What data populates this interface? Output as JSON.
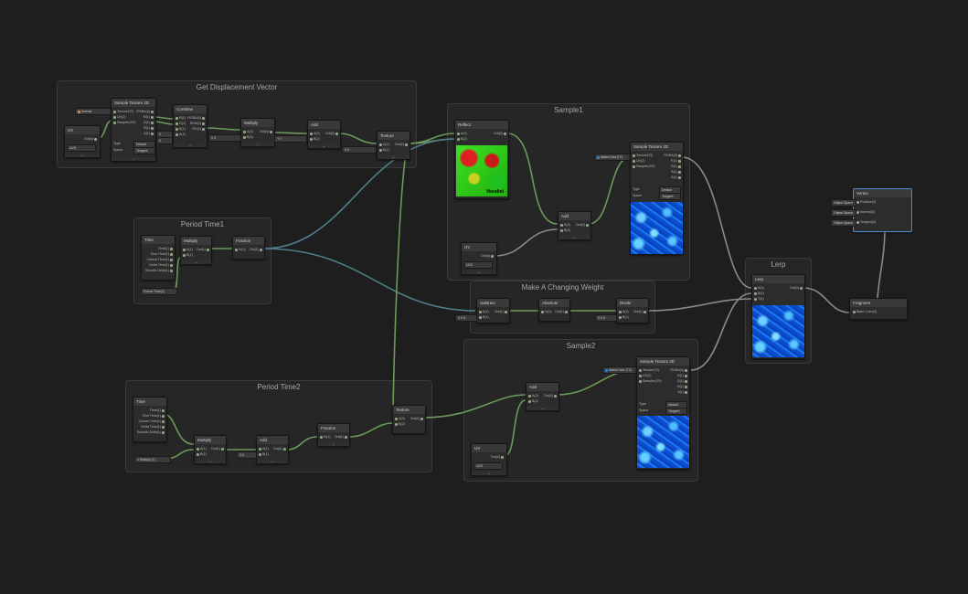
{
  "groups": {
    "displacement": "Get Displacement Vector",
    "period1": "Period Time1",
    "period2": "Period Time2",
    "sample1": "Sample1",
    "weight": "Make A Changing Weight",
    "sample2": "Sample2",
    "lerp": "Lerp"
  },
  "nodes": {
    "uv1": {
      "title": "UV",
      "out": "Out(4)",
      "channel": "UV0"
    },
    "sample_tex_a": {
      "title": "Sample Texture 2D",
      "ports_in": [
        "Texture(T2)",
        "UV(2)",
        "Sampler(SS)"
      ],
      "ports_out": [
        "RGBA(4)",
        "R(1)",
        "G(1)",
        "B(1)",
        "A(1)"
      ],
      "type_label": "Type",
      "type_val": "Default",
      "space_label": "Space",
      "space_val": "Tangent"
    },
    "combine": {
      "title": "Combine",
      "ports_in": [
        "R(1)",
        "G(1)",
        "B(1)",
        "A(1)"
      ],
      "ports_out": [
        "RGBA(4)",
        "RGB(3)",
        "RG(2)"
      ]
    },
    "multiply1": {
      "title": "Multiply",
      "ports_in": [
        "A(4)",
        "B(4)"
      ],
      "out": "Out(4)"
    },
    "add_a": {
      "title": "Add",
      "ports_in": [
        "A(2)",
        "B(2)"
      ],
      "out": "Out(2)"
    },
    "texture_a": {
      "title": "Texture",
      "ports_in": [
        "A(2)",
        "B(2)"
      ],
      "out": "Out(2)"
    },
    "heightmap": {
      "title": "Reflect",
      "ports_in": [
        "A(2)",
        "B(2)"
      ],
      "out": "Out(2)",
      "caption": "Houdini"
    },
    "sample_tex_b": {
      "title": "Sample Texture 2D",
      "ports_in": [
        "Texture(T2)",
        "UV(2)",
        "Sampler(SS)"
      ],
      "ports_out": [
        "RGBA(4)",
        "R(1)",
        "G(1)",
        "B(1)",
        "A(1)"
      ],
      "type_label": "Type",
      "type_val": "Default",
      "space_label": "Space",
      "space_val": "Tangent"
    },
    "add_b": {
      "title": "Add",
      "ports_in": [
        "A(2)",
        "B(2)"
      ],
      "out": "Out(2)"
    },
    "uv2": {
      "title": "UV",
      "out": "Out(4)",
      "channel": "UV0"
    },
    "time1": {
      "title": "Time",
      "ports_out": [
        "Time(1)",
        "Sine Time(1)",
        "Cosine Time(1)",
        "Delta Time(1)",
        "Smooth Delta(1)"
      ]
    },
    "multiply2": {
      "title": "Multiply",
      "ports_in": [
        "A(1)",
        "B(1)"
      ],
      "out": "Out(1)"
    },
    "fraction": {
      "title": "Fraction",
      "ports_in": [
        "In(1)"
      ],
      "out": "Out(1)"
    },
    "subtract": {
      "title": "Subtract",
      "ports_in": [
        "A(1)",
        "B(1)"
      ],
      "out": "Out(1)"
    },
    "absolute": {
      "title": "Absolute",
      "ports_in": [
        "In(1)"
      ],
      "out": "Out(1)"
    },
    "divide": {
      "title": "Divide",
      "ports_in": [
        "A(1)",
        "B(1)"
      ],
      "out": "Out(1)"
    },
    "sample_tex_c": {
      "title": "Sample Texture 2D",
      "ports_in": [
        "Texture(T2)",
        "UV(2)",
        "Sampler(SS)"
      ],
      "ports_out": [
        "RGBA(4)",
        "R(1)",
        "G(1)",
        "B(1)",
        "A(1)"
      ],
      "type_label": "Type",
      "type_val": "Default",
      "space_label": "Space",
      "space_val": "Tangent"
    },
    "add_c": {
      "title": "Add",
      "ports_in": [
        "A(2)",
        "B(2)"
      ],
      "out": "Out(2)"
    },
    "uv3": {
      "title": "UV",
      "out": "Out(4)",
      "channel": "UV0"
    },
    "time2": {
      "title": "Time",
      "ports_out": [
        "Time(1)",
        "Sine Time(1)",
        "Cosine Time(1)",
        "Delta Time(1)",
        "Smooth Delta(1)"
      ]
    },
    "multiply3": {
      "title": "Multiply",
      "ports_in": [
        "A(1)",
        "B(1)"
      ],
      "out": "Out(1)"
    },
    "add_d": {
      "title": "Add",
      "ports_in": [
        "A(1)",
        "B(1)"
      ],
      "out": "Out(1)"
    },
    "fraction2": {
      "title": "Fraction",
      "ports_in": [
        "In(1)"
      ],
      "out": "Out(1)"
    },
    "texture_b": {
      "title": "Texture",
      "ports_in": [
        "A(2)",
        "B(2)"
      ],
      "out": "Out(2)"
    },
    "lerp": {
      "title": "Lerp",
      "ports_in": [
        "A(4)",
        "B(4)",
        "T(4)"
      ],
      "out": "Out(4)"
    },
    "vertex": {
      "title": "Vertex",
      "ports": [
        "Position(3)",
        "Normal(3)",
        "Tangent(3)"
      ],
      "sources": [
        "Object Space",
        "Object Space",
        "Object Space"
      ]
    },
    "fragment": {
      "title": "Fragment",
      "port": "Base Color(3)"
    }
  },
  "inline_values": {
    "x_field": "X 0",
    "y_field": "Y 0",
    "zero": "0",
    "time_speed": "0.5",
    "period_input": "x 0.25",
    "weight_x": "X 0.5",
    "props": {
      "normal_a": "Normal",
      "water_a": "WaterColor(T2)",
      "water_b": "WaterColor (T2)",
      "speed1": "Period Time(1)",
      "speed2": "x Multiply (1)"
    }
  },
  "colors": {
    "wire_green": "#6b9a5a",
    "wire_grey": "#8a8a8a",
    "wire_blue": "#4f7e8a",
    "selection": "#4a8fd6"
  }
}
